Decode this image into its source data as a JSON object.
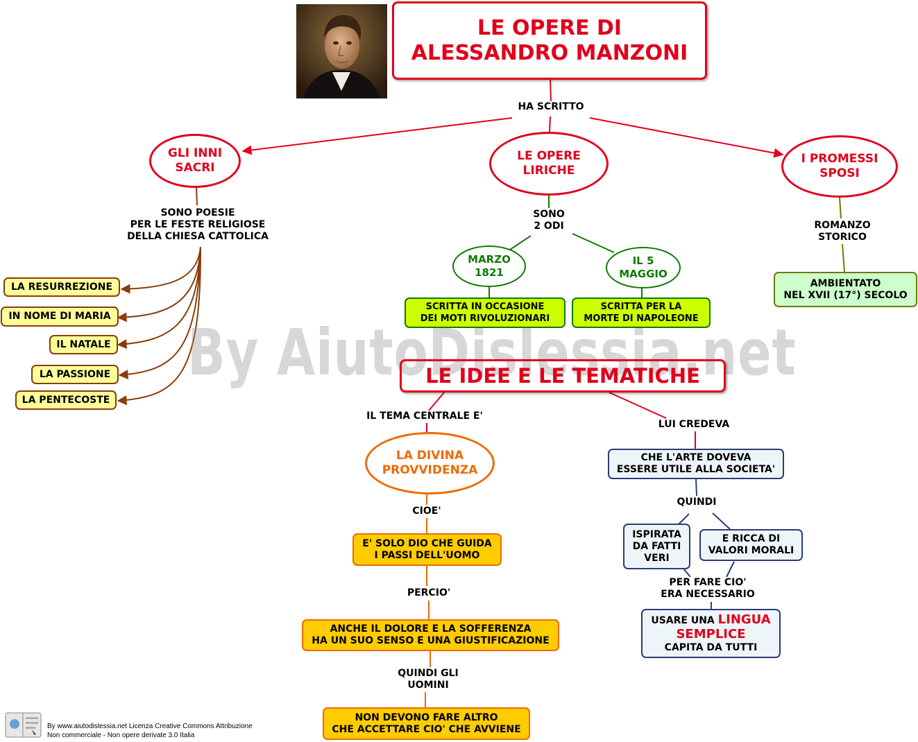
{
  "title": "LE OPERE DI\nALESSANDRO MANZONI",
  "link_main": "HA SCRITTO",
  "inni": {
    "title": "GLI INNI\nSACRI",
    "desc": "SONO POESIE\nPER LE FESTE RELIGIOSE\nDELLA CHIESA CATTOLICA",
    "items": [
      "LA RESURREZIONE",
      "IN NOME DI MARIA",
      "IL NATALE",
      "LA PASSIONE",
      "LA PENTECOSTE"
    ]
  },
  "liriche": {
    "title": "LE OPERE\nLIRICHE",
    "link": "SONO\n2 ODI",
    "ode1": {
      "title": "MARZO\n1821",
      "desc": "SCRITTA IN OCCASIONE\nDEI MOTI RIVOLUZIONARI"
    },
    "ode2": {
      "title": "IL 5\nMAGGIO",
      "desc": "SCRITTA PER LA\nMORTE DI NAPOLEONE"
    }
  },
  "promessi": {
    "title": "I PROMESSI\nSPOSI",
    "link": "ROMANZO\nSTORICO",
    "desc": "AMBIENTATO\nNEL XVII (17°) SECOLO"
  },
  "idee": {
    "title": "LE IDEE E LE TEMATICHE",
    "tema_link": "IL TEMA CENTRALE E'",
    "provvidenza": "LA DIVINA\nPROVVIDENZA",
    "cioe": "CIOE'",
    "dio": "E' SOLO DIO CHE GUIDA\nI PASSI DELL'UOMO",
    "percio": "PERCIO'",
    "dolore": "ANCHE IL DOLORE E LA SOFFERENZA\nHA UN SUO SENSO E UNA GIUSTIFICAZIONE",
    "quindi_gli": "QUINDI GLI\nUOMINI",
    "accettare": "NON DEVONO FARE ALTRO\nCHE ACCETTARE CIO' CHE AVVIENE",
    "credeva_link": "LUI CREDEVA",
    "arte": "CHE L'ARTE DOVEVA\nESSERE UTILE ALLA SOCIETA'",
    "quindi": "QUINDI",
    "ispirata": "ISPIRATA\nDA FATTI\nVERI",
    "valori": "E RICCA DI\nVALORI MORALI",
    "per_fare": "PER FARE CIO'\nERA NECESSARIO",
    "lingua_pre": "USARE UNA ",
    "lingua_hl1": "LINGUA",
    "lingua_hl2": "SEMPLICE",
    "lingua_post": "CAPITA DA TUTTI"
  },
  "watermark": "By AiutoDislessia.net",
  "footer": {
    "line1": "By www.aiutodislessia.net Licenza Creative Commons Attribuzione",
    "line2": "Non commerciale - Non opere derivate 3.0 Italia"
  },
  "colors": {
    "red": "#e0001b",
    "green": "#0d7a00",
    "orange": "#ee6a00",
    "navy": "#2a3b7a",
    "brown": "#8a3c0a",
    "yellow_fill": "#ffff9a",
    "lime_fill": "#ccff00",
    "mint_fill": "#ccffcc",
    "amber_fill": "#ffcc00",
    "pale_blue_fill": "#eef5f8"
  },
  "icons": [
    "portrait-image",
    "footer-book-icon"
  ]
}
